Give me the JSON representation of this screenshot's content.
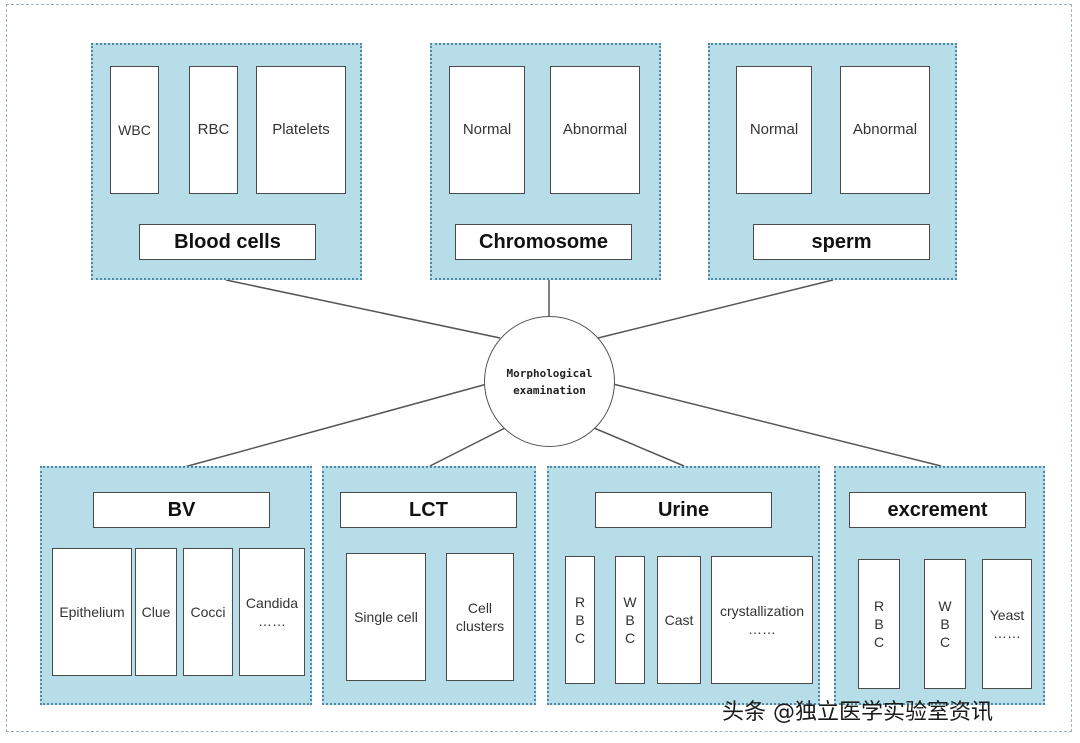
{
  "hub": {
    "text": "Morphological\nexamination"
  },
  "top_groups": [
    {
      "label": "Blood cells",
      "items": [
        "WBC",
        "RBC",
        "Platelets"
      ]
    },
    {
      "label": "Chromosome",
      "items": [
        "Normal",
        "Abnormal"
      ]
    },
    {
      "label": "sperm",
      "items": [
        "Normal",
        "Abnormal"
      ]
    }
  ],
  "bottom_groups": [
    {
      "label": "BV",
      "items": [
        "Epithelium",
        "Clue",
        "Cocci",
        "Candida\n……"
      ]
    },
    {
      "label": "LCT",
      "items": [
        "Single cell",
        "Cell\nclusters"
      ]
    },
    {
      "label": "Urine",
      "items": [
        "RBC",
        "WBC",
        "Cast",
        "crystallization\n……"
      ]
    },
    {
      "label": "excrement",
      "items": [
        "RBC",
        "WBC",
        "Yeast\n……"
      ]
    }
  ],
  "watermark": "头条 @独立医学实验室资讯",
  "colors": {
    "panel_fill": "#b7dde8",
    "panel_border": "#4f8aa4",
    "line": "#555555"
  }
}
